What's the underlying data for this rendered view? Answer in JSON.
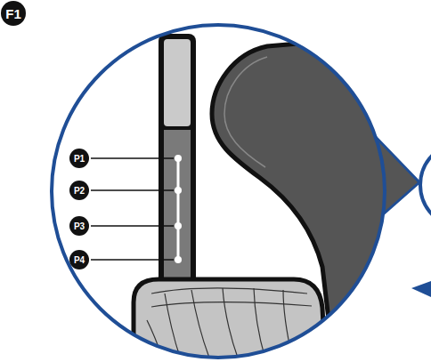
{
  "diagram": {
    "labels": [
      "F1",
      "P1",
      "P2",
      "P3",
      "P4"
    ]
  }
}
